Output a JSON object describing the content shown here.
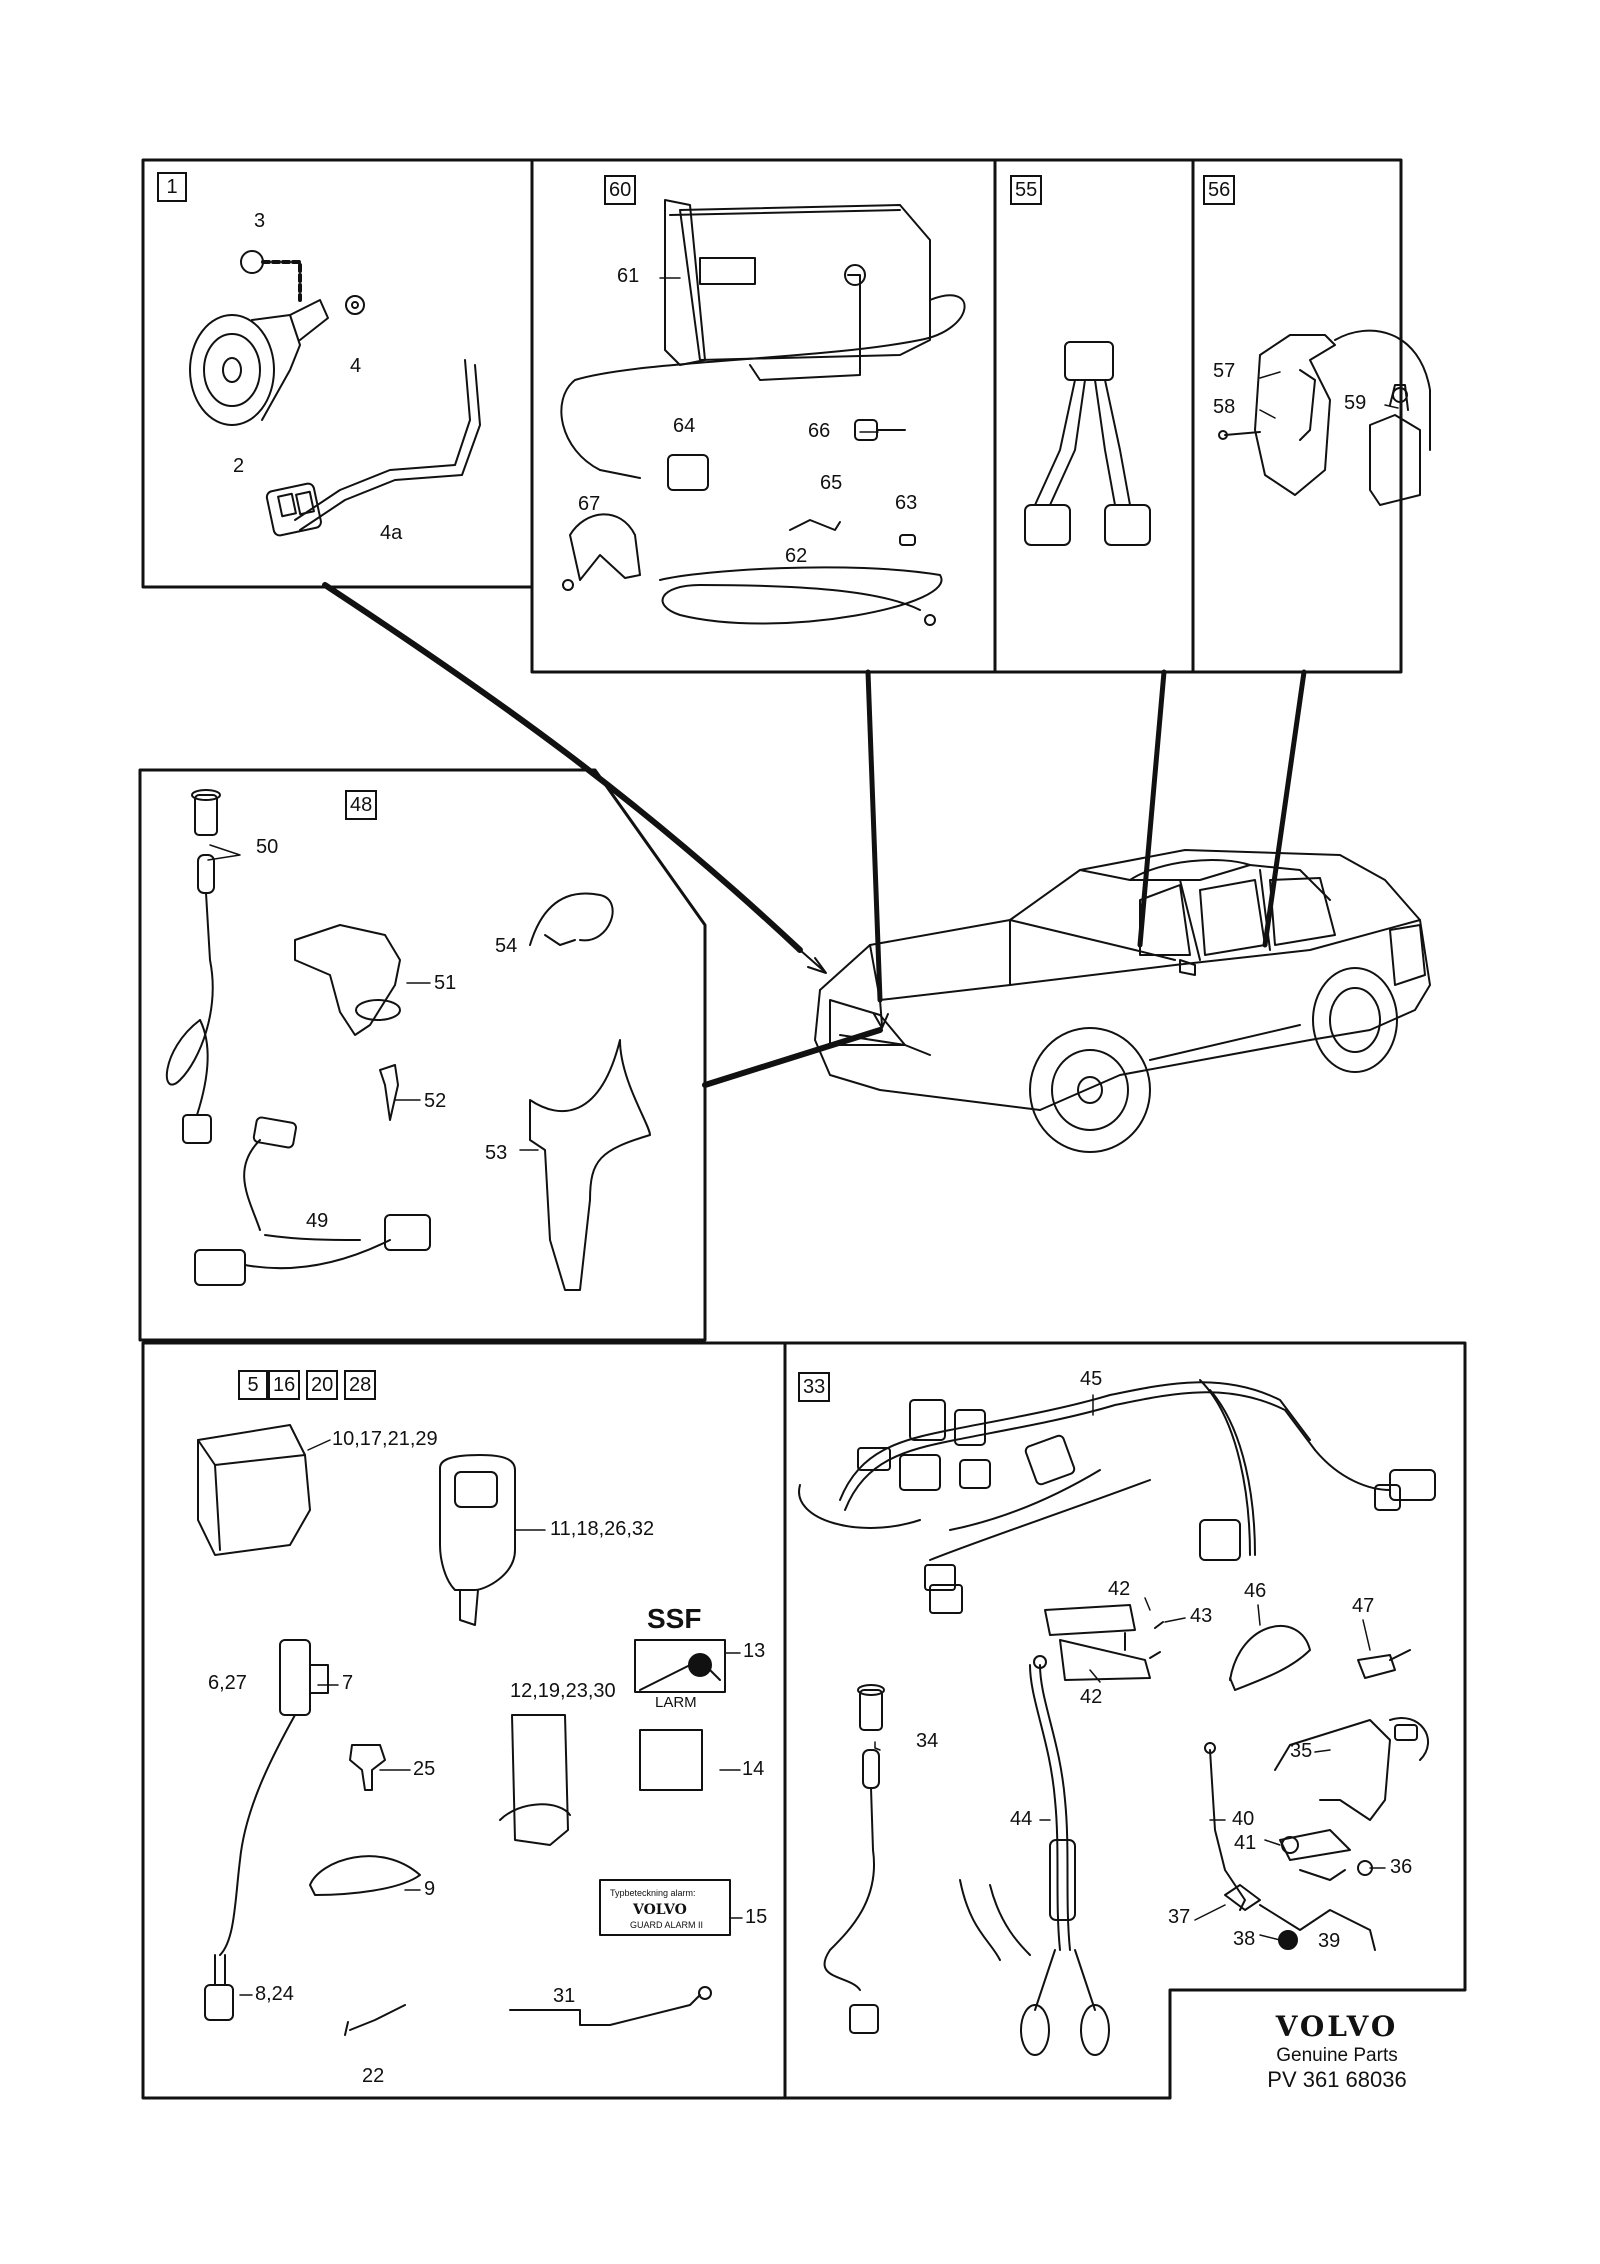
{
  "brand": {
    "logo": "VOLVO",
    "subtitle": "Genuine Parts",
    "code": "PV 361 68036"
  },
  "panels": {
    "p1": {
      "id": "1",
      "labels": [
        "3",
        "4",
        "2",
        "4a"
      ]
    },
    "p60": {
      "id": "60",
      "labels": [
        "61",
        "64",
        "66",
        "65",
        "63",
        "67",
        "62"
      ]
    },
    "p55": {
      "id": "55"
    },
    "p56": {
      "id": "56",
      "labels": [
        "57",
        "58",
        "59"
      ]
    },
    "p48": {
      "id": "48",
      "labels": [
        "50",
        "51",
        "54",
        "52",
        "53",
        "49"
      ]
    },
    "p5": {
      "ids": [
        "5",
        "16",
        "20",
        "28"
      ],
      "labels": [
        "10,17,21,29",
        "11,18,26,32",
        "6,27",
        "7",
        "13",
        "12,19,23,30",
        "14",
        "25",
        "9",
        "15",
        "8,24",
        "22",
        "31"
      ]
    },
    "p33": {
      "id": "33",
      "labels": [
        "45",
        "42",
        "43",
        "46",
        "47",
        "42",
        "34",
        "44",
        "40",
        "35",
        "41",
        "37",
        "36",
        "38",
        "39"
      ]
    }
  },
  "signs": {
    "ssf": "SSF",
    "larm": "LARM",
    "volvo": "VOLVO",
    "guard": "GUARD ALARM II",
    "typbeteckning": "Typbeteckning alarm:"
  },
  "colors": {
    "ink": "#111111",
    "paper": "#ffffff"
  }
}
